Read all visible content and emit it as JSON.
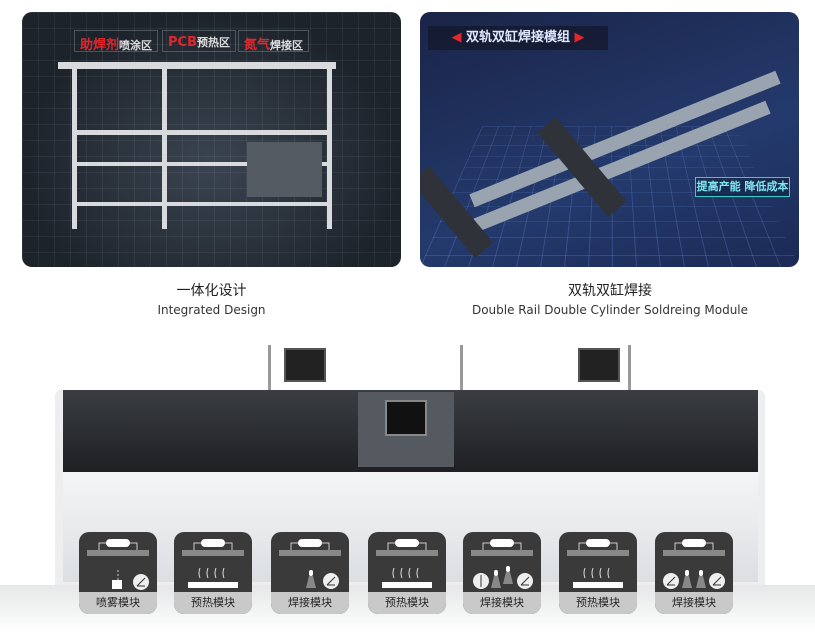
{
  "left_panel": {
    "zones": [
      {
        "highlight": "助焊剂",
        "rest": "喷涂区"
      },
      {
        "highlight": "PCB",
        "rest": "预热区"
      },
      {
        "highlight": "氮气",
        "rest": "焊接区"
      }
    ],
    "caption_cn": "一体化设计",
    "caption_en": "Integrated Design"
  },
  "right_panel": {
    "title": "双轨双缸焊接模组",
    "tagline": "提高产能 降低成本",
    "caption_cn": "双轨双缸焊接",
    "caption_en": "Double Rail Double Cylinder Soldreing Module"
  },
  "modules": [
    {
      "label": "喷雾模块",
      "type": "spray"
    },
    {
      "label": "预热模块",
      "type": "preheat"
    },
    {
      "label": "焊接模块",
      "type": "weld1"
    },
    {
      "label": "预热模块",
      "type": "preheat"
    },
    {
      "label": "焊接模块",
      "type": "weld2"
    },
    {
      "label": "预热模块",
      "type": "preheat"
    },
    {
      "label": "焊接模块",
      "type": "weld3"
    }
  ],
  "colors": {
    "accent_red": "#e2262c",
    "teal": "#2fd0c8"
  }
}
